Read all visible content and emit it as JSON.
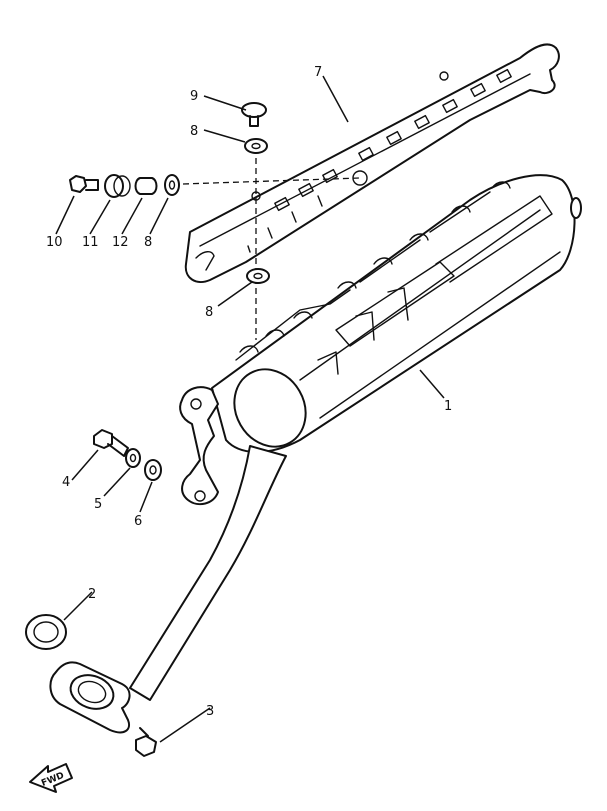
{
  "labels": {
    "p1": "1",
    "p2": "2",
    "p3": "3",
    "p4": "4",
    "p5": "5",
    "p6": "6",
    "p7": "7",
    "p8a": "8",
    "p8b": "8",
    "p8c": "8",
    "p9": "9",
    "p10": "10",
    "p11": "11",
    "p12": "12"
  },
  "fwd_label": "FWD"
}
